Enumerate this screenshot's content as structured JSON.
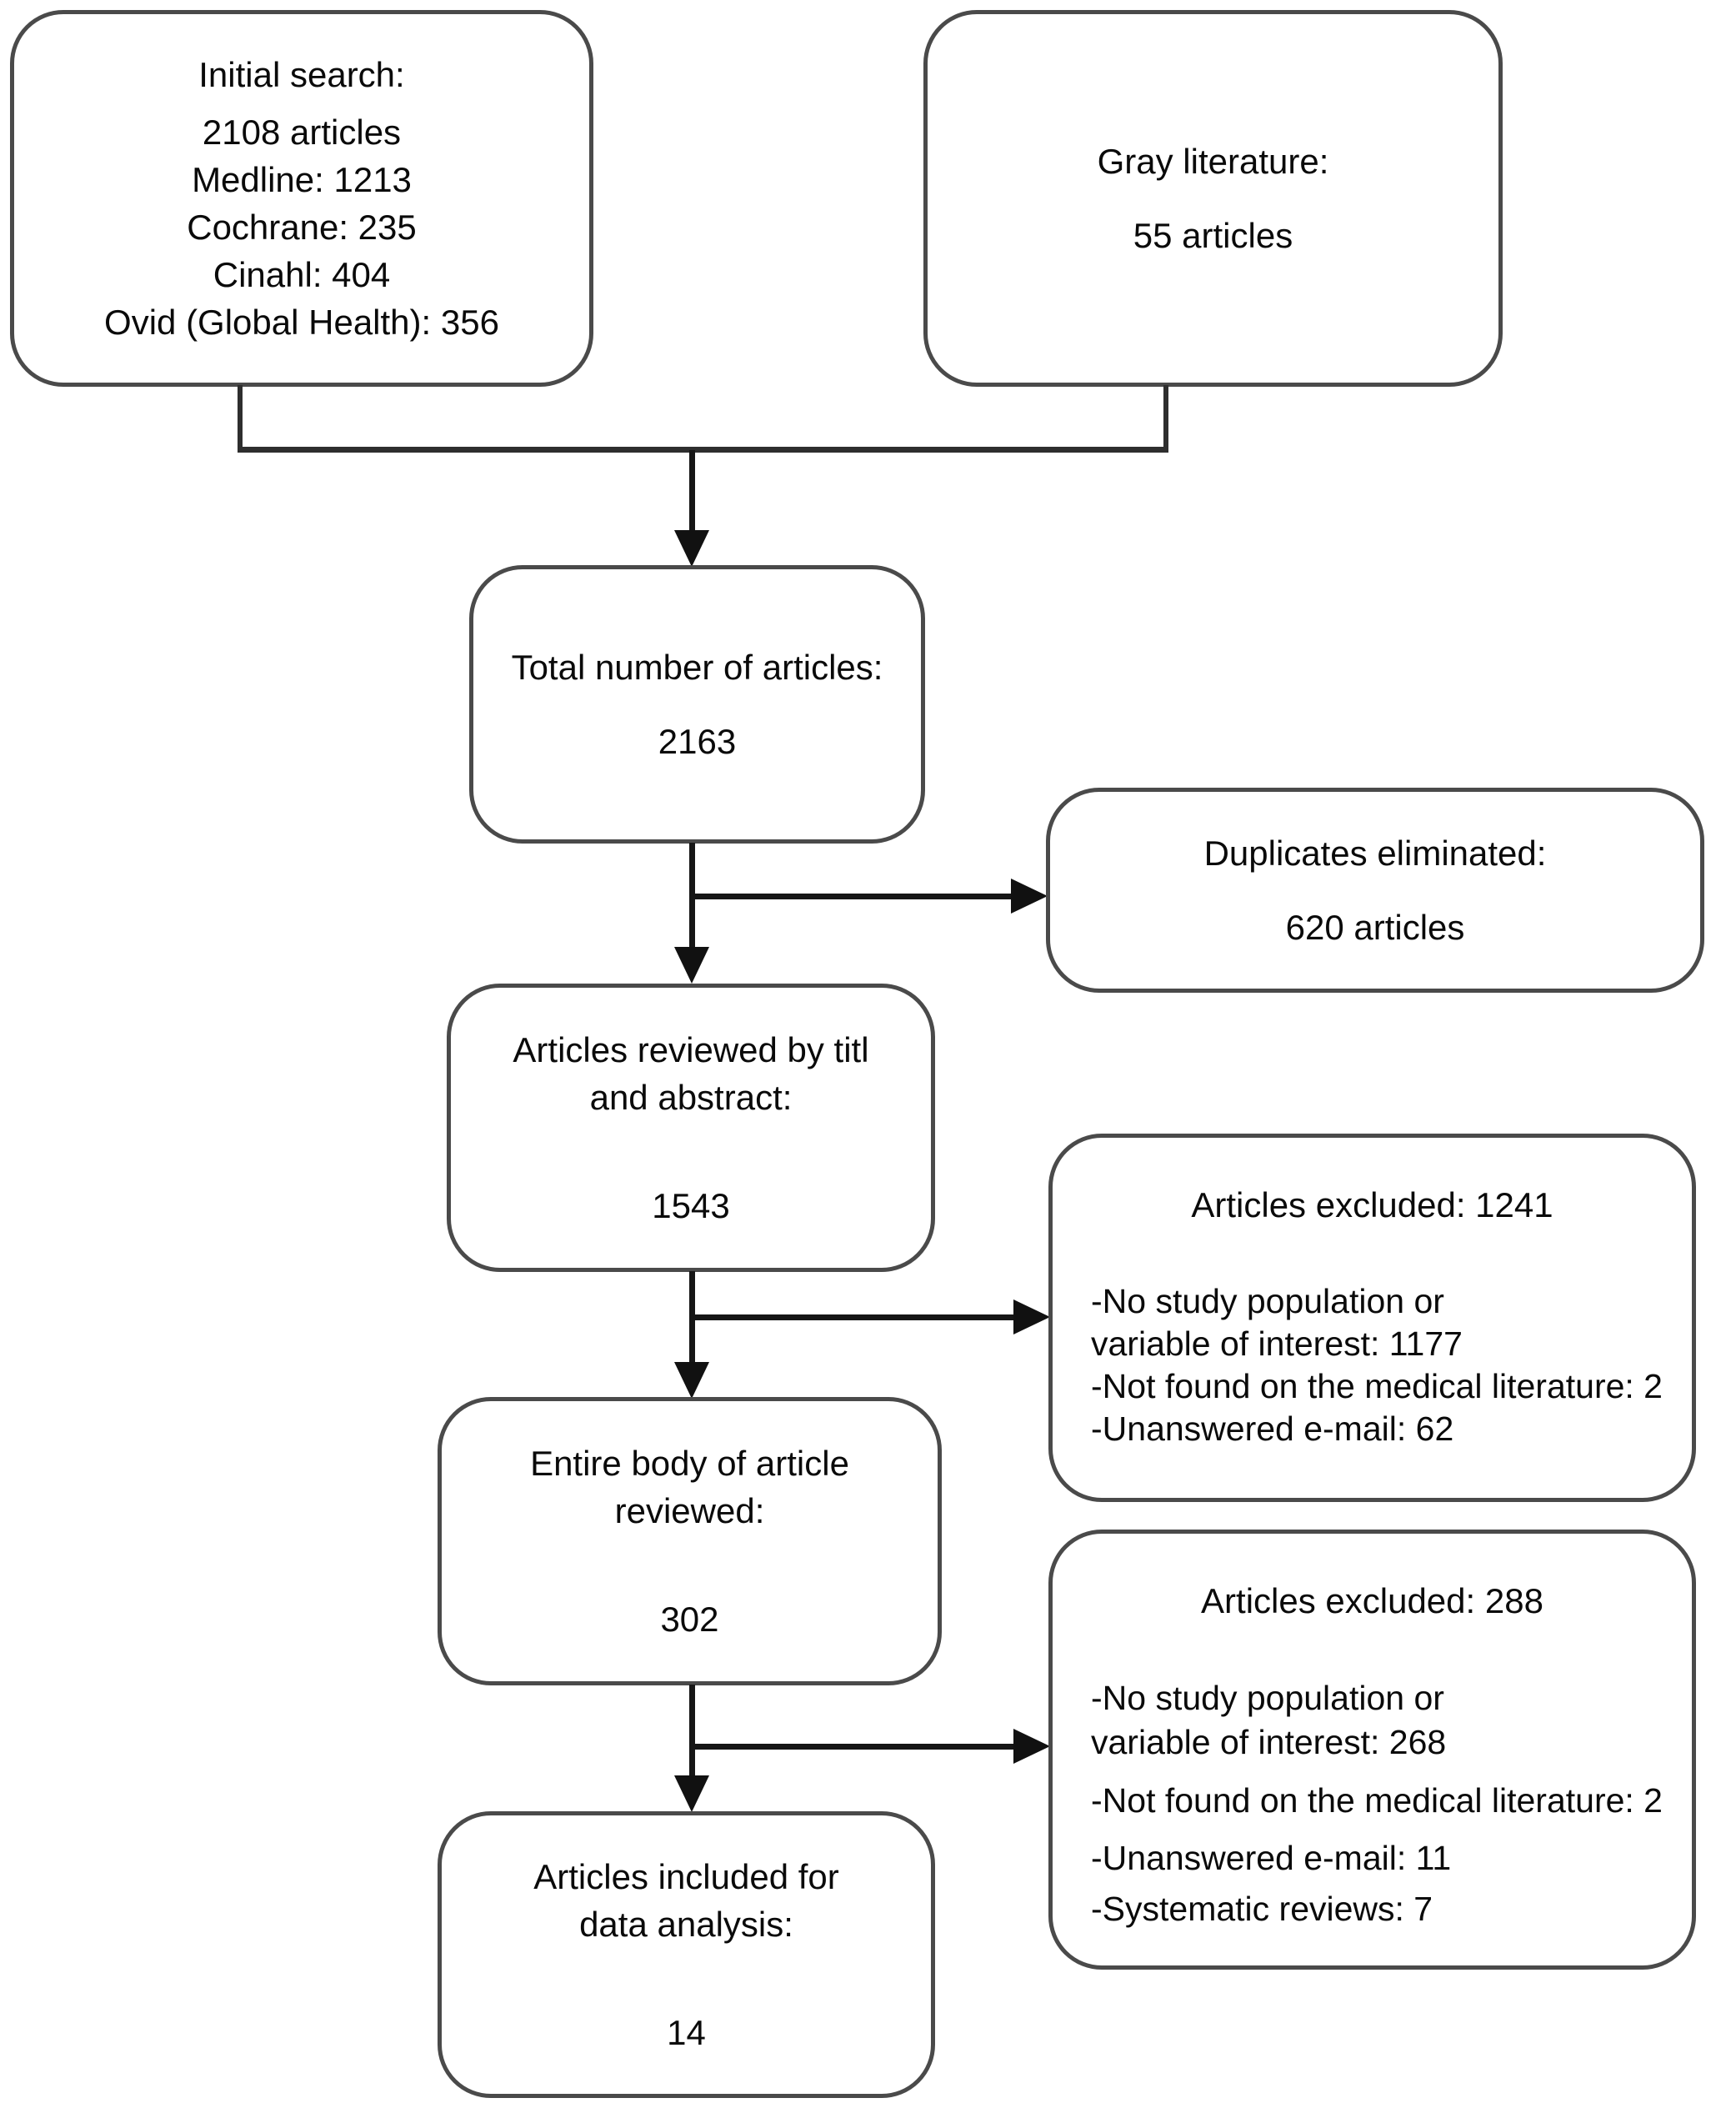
{
  "colors": {
    "background": "#ffffff",
    "box_border": "#4a4a4a",
    "connector": "#161616",
    "text": "#0a0a0a"
  },
  "boxes": {
    "initial_search": {
      "lines": [
        "Initial search:",
        "2108 articles",
        "Medline: 1213",
        "Cochrane: 235",
        "Cinahl: 404",
        "Ovid (Global Health): 356"
      ]
    },
    "gray_literature": {
      "lines": [
        "Gray literature:",
        "55 articles"
      ]
    },
    "total_articles": {
      "lines": [
        "Total number of articles:",
        "2163"
      ]
    },
    "duplicates_eliminated": {
      "lines": [
        "Duplicates eliminated:",
        "620 articles"
      ]
    },
    "reviewed_title_abstract": {
      "lines": [
        "Articles reviewed by titl",
        "and abstract:",
        "1543"
      ]
    },
    "excluded_title_abstract": {
      "title": "Articles excluded: 1241",
      "items": [
        "-No study population or",
        "variable of interest: 1177",
        "-Not found on the medical literature: 2",
        "-Unanswered e-mail: 62"
      ]
    },
    "entire_body_reviewed": {
      "lines": [
        "Entire body of article",
        "reviewed:",
        "302"
      ]
    },
    "excluded_full_text": {
      "title": "Articles excluded: 288",
      "items": [
        "-No study population or",
        "variable of interest: 268",
        "-Not found on the medical literature: 2",
        "-Unanswered e-mail: 11",
        "-Systematic reviews: 7"
      ]
    },
    "included_data_analysis": {
      "lines": [
        "Articles included for",
        "data analysis:",
        "14"
      ]
    }
  }
}
